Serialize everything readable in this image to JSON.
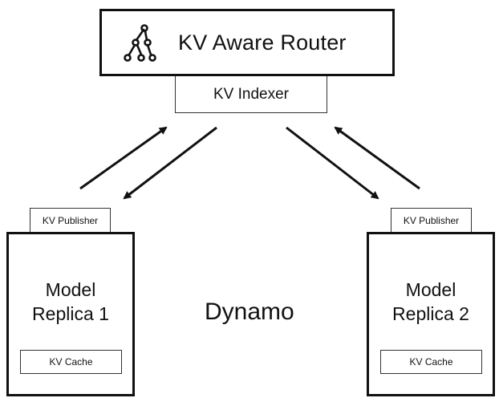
{
  "router": {
    "title": "KV Aware Router",
    "icon": "hierarchy-tree-icon"
  },
  "indexer": {
    "label": "KV Indexer"
  },
  "replicas": [
    {
      "title": "Model\nReplica 1",
      "publisher_label": "KV Publisher",
      "cache_label": "KV Cache"
    },
    {
      "title": "Model\nReplica 2",
      "publisher_label": "KV Publisher",
      "cache_label": "KV Cache"
    }
  ],
  "center_label": "Dynamo",
  "colors": {
    "stroke": "#111111",
    "background": "#ffffff"
  }
}
